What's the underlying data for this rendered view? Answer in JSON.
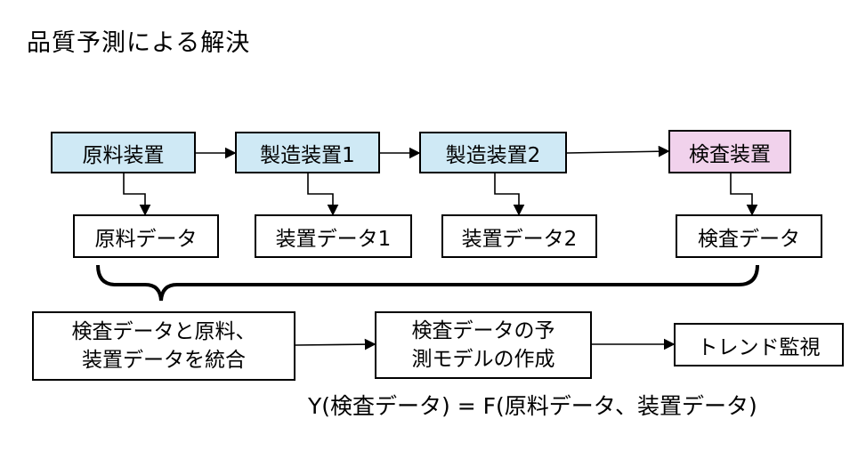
{
  "title": "品質予測による解決",
  "devices": {
    "raw": "原料装置",
    "mfg1": "製造装置1",
    "mfg2": "製造装置2",
    "inspect": "検査装置"
  },
  "data_boxes": {
    "raw": "原料データ",
    "mfg1": "装置データ1",
    "mfg2": "装置データ2",
    "inspect": "検査データ"
  },
  "process": {
    "integrate_line1": "検査データと原料、",
    "integrate_line2": "装置データを統合",
    "model_line1": "検査データの予",
    "model_line2": "測モデルの作成",
    "monitor": "トレンド監視"
  },
  "formula": "Y(検査データ) = F(原料データ、装置データ)",
  "colors": {
    "device_fill": "#cfe9f5",
    "inspection_fill": "#f1d2ec",
    "stroke": "#000000"
  }
}
